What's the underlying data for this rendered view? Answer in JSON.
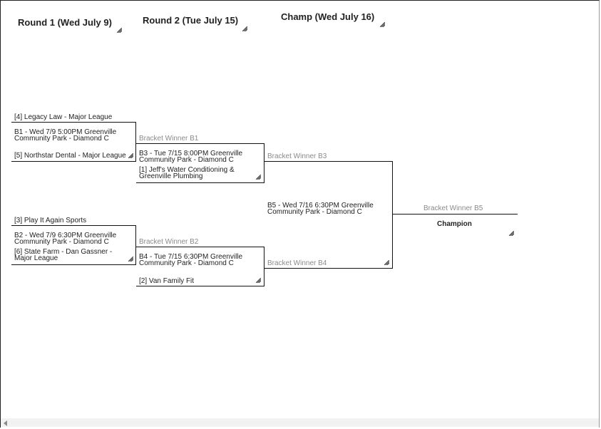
{
  "rounds": {
    "round1": "Round 1 (Wed July 9)",
    "round2": "Round 2 (Tue July 15)",
    "champ": "Champ (Wed July 16)"
  },
  "round1": {
    "b1": {
      "team_top": "[4] Legacy Law - Major League",
      "game": "B1 - Wed 7/9 5:00PM Greenville Community Park - Diamond C",
      "team_bottom": "[5] Northstar Dental - Major League"
    },
    "b2": {
      "team_top": "[3] Play It Again Sports",
      "game": "B2 - Wed 7/9 6:30PM Greenville Community Park - Diamond C",
      "team_bottom": "[6] State Farm - Dan Gassner - Major League"
    }
  },
  "round2": {
    "b3": {
      "winner_label": "Bracket Winner B1",
      "game": "B3 - Tue 7/15 8:00PM Greenville Community Park - Diamond C",
      "team_bottom": "[1] Jeff's Water Conditioning & Greenville Plumbing"
    },
    "b4": {
      "winner_label": "Bracket Winner B2",
      "game": "B4 - Tue 7/15 6:30PM Greenville Community Park - Diamond C",
      "team_bottom": "[2] Van Family Fit"
    }
  },
  "final": {
    "winner_top": "Bracket Winner B3",
    "game": "B5 - Wed 7/16 6:30PM Greenville Community Park - Diamond C",
    "winner_bottom": "Bracket Winner B4"
  },
  "champion": {
    "winner_label": "Bracket Winner B5",
    "label": "Champion"
  }
}
